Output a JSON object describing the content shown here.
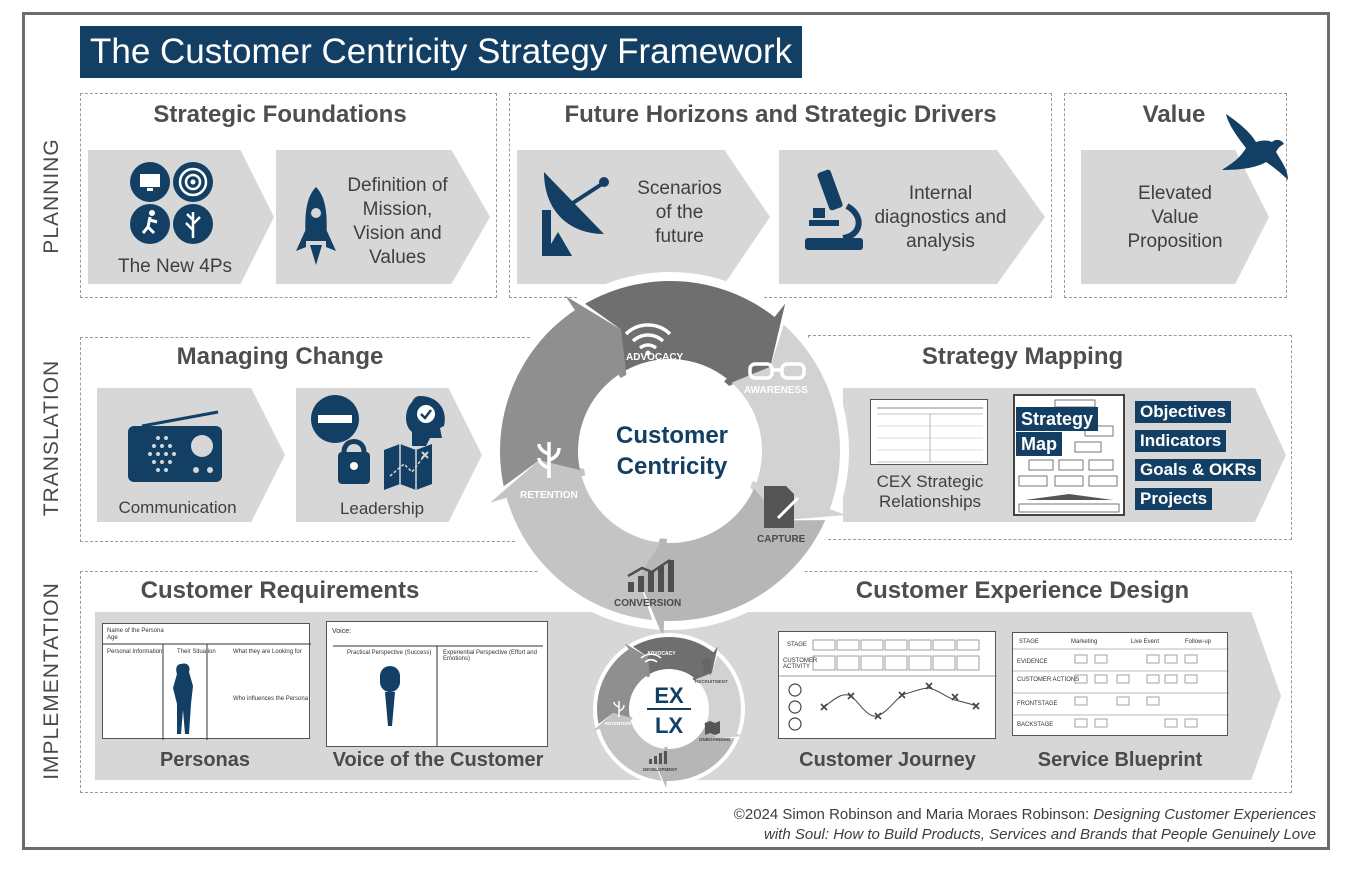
{
  "title": "The Customer Centricity Strategy Framework",
  "rows": {
    "planning": "PLANNING",
    "translation": "TRANSLATION",
    "implementation": "IMPLEMENTATION"
  },
  "sections": {
    "strategic_foundations": "Strategic Foundations",
    "future_horizons": "Future Horizons and Strategic Drivers",
    "value": "Value",
    "managing_change": "Managing Change",
    "strategy_mapping": "Strategy Mapping",
    "customer_requirements": "Customer Requirements",
    "cx_design": "Customer Experience Design"
  },
  "items": {
    "new_4ps": "The New 4Ps",
    "mission": [
      "Definition of",
      "Mission,",
      "Vision and",
      "Values"
    ],
    "scenarios": [
      "Scenarios",
      "of the",
      "future"
    ],
    "internal": [
      "Internal",
      "diagnostics and",
      "analysis"
    ],
    "elevated": [
      "Elevated",
      "Value",
      "Proposition"
    ],
    "communication": "Communication",
    "leadership": "Leadership",
    "cex": [
      "CEX Strategic",
      "Relationships"
    ],
    "strategy_map": [
      "Strategy",
      "Map"
    ],
    "tags": [
      "Objectives",
      "Indicators",
      "Goals & OKRs",
      "Projects"
    ],
    "personas": "Personas",
    "voc": "Voice of the Customer",
    "journey": "Customer Journey",
    "blueprint": "Service Blueprint"
  },
  "persona_doc": {
    "name": "Name of the Persona",
    "age": "Age",
    "col1": "Personal Information",
    "col2": "Their Situation",
    "col3": "What they are Looking for",
    "col4": "Who influences the Persona"
  },
  "voc_doc": {
    "label": "Voice:",
    "col1": "Practical Perspective (Success)",
    "col2": "Experiential Perspective (Effort and Emotions)"
  },
  "journey_doc": {
    "stage": "STAGE",
    "activity": [
      "CUSTOMER",
      "ACTIVITY"
    ]
  },
  "blueprint_doc": {
    "stage": "STAGE",
    "cols": [
      "Marketing",
      "Live Event",
      "Follow-up"
    ],
    "rows": [
      "EVIDENCE",
      "CUSTOMER ACTIONS",
      "FRONTSTAGE",
      "BACKSTAGE"
    ]
  },
  "cycle": {
    "center": [
      "Customer",
      "Centricity"
    ],
    "stages": [
      "ADVOCACY",
      "AWARENESS",
      "CAPTURE",
      "CONVERSION",
      "RETENTION"
    ]
  },
  "ex_cycle": {
    "center_top": "EX",
    "center_bottom": "LX",
    "stages": [
      "ADVOCACY",
      "RECRUITMENT",
      "ONBOARDING",
      "DEVELOPMENT",
      "RETENTION"
    ]
  },
  "credit": {
    "line1_plain": "©2024 Simon Robinson and Maria Moraes Robinson: ",
    "line1_italic": "Designing Customer Experiences",
    "line2_italic": "with Soul: How to Build Products, Services and Brands that People Genuinely Love"
  },
  "colors": {
    "navy": "#123f63",
    "arrow_grey": "#d7d7d7",
    "dark_grey": "#6e6e6e"
  }
}
